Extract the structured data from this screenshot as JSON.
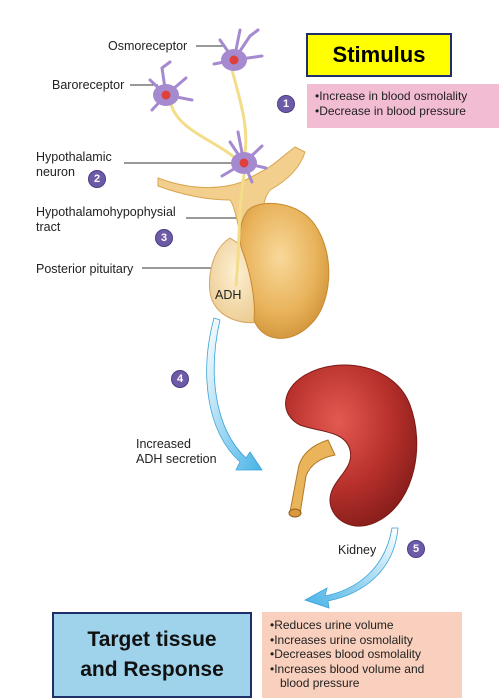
{
  "labels": {
    "osmoreceptor": "Osmoreceptor",
    "baroreceptor": "Baroreceptor",
    "hypothalamic_neuron_line1": "Hypothalamic",
    "hypothalamic_neuron_line2": "neuron",
    "tract_line1": "Hypothalamohypophysial",
    "tract_line2": "tract",
    "posterior_pituitary": "Posterior pituitary",
    "adh": "ADH",
    "adh_secretion_line1": "Increased",
    "adh_secretion_line2": "ADH secretion",
    "kidney": "Kidney"
  },
  "badges": [
    "1",
    "2",
    "3",
    "4",
    "5"
  ],
  "stimulus": {
    "title": "Stimulus",
    "items": [
      "Increase in blood osmolality",
      "Decrease in blood pressure"
    ]
  },
  "target": {
    "title_line1": "Target tissue",
    "title_line2": "and Response",
    "items": [
      "Reduces urine volume",
      "Increases urine osmolality",
      "Decreases blood osmolality",
      "Increases blood volume and",
      "blood pressure"
    ]
  },
  "colors": {
    "neuron": "#a58ad0",
    "neuron_nucleus": "#e0403a",
    "axon": "#f3dd8a",
    "pituitary": "#e7b55a",
    "pituitary_light": "#f6dca6",
    "kidney": "#b2302c",
    "ureter": "#e9b25a",
    "arrow": "#4fb8e8",
    "badge": "#6d5ba8",
    "stimulus_box": "#ffff00",
    "stimulus_list": "#f2bcd3",
    "target_box": "#9fd3ec",
    "response_list": "#f8d0bd"
  }
}
